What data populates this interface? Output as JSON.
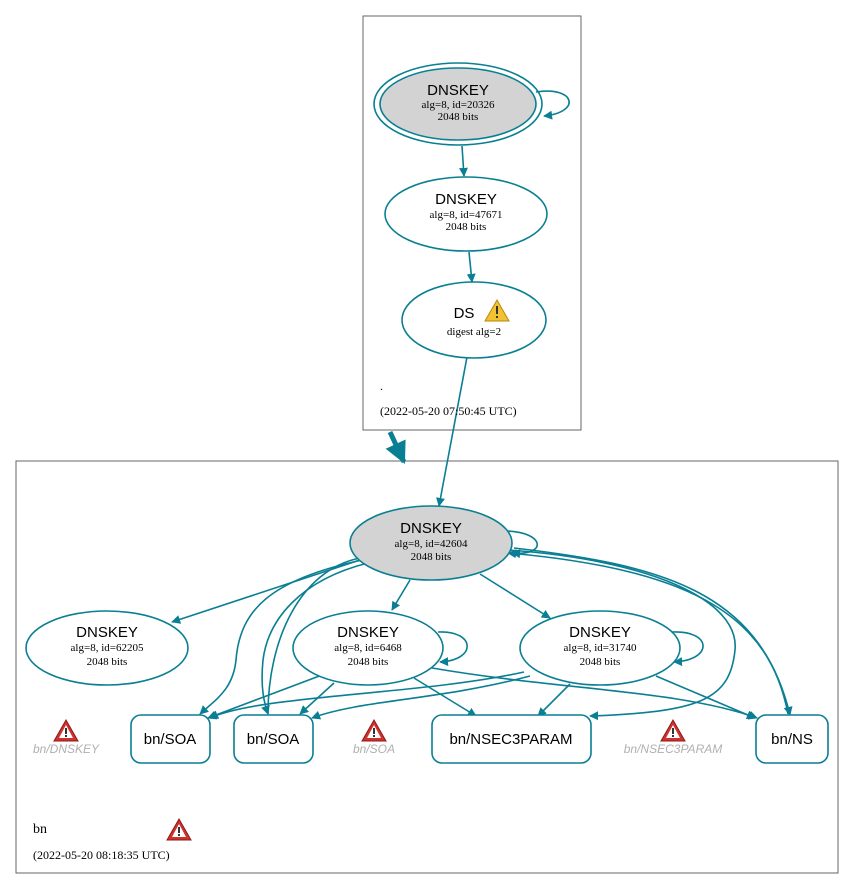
{
  "colors": {
    "edge": "#0a7f93",
    "node_fill_ksk": "#d3d3d3",
    "node_fill": "#ffffff",
    "warning_yellow": "#f1c232",
    "error_red": "#d0312d",
    "missing_text": "#b0b0b0",
    "border": "#666666"
  },
  "root_zone": {
    "name": ".",
    "timestamp": "(2022-05-20 07:50:45 UTC)",
    "dnskey_ksk": {
      "title": "DNSKEY",
      "line1": "alg=8, id=20326",
      "line2": "2048 bits"
    },
    "dnskey_zsk": {
      "title": "DNSKEY",
      "line1": "alg=8, id=47671",
      "line2": "2048 bits"
    },
    "ds": {
      "title": "DS",
      "line1": "digest alg=2",
      "icon": "warning-icon"
    }
  },
  "bn_zone": {
    "name": "bn",
    "timestamp": "(2022-05-20 08:18:35 UTC)",
    "zone_icon": "error-icon",
    "dnskey_ksk": {
      "title": "DNSKEY",
      "line1": "alg=8, id=42604",
      "line2": "2048 bits"
    },
    "dnskey_62205": {
      "title": "DNSKEY",
      "line1": "alg=8, id=62205",
      "line2": "2048 bits"
    },
    "dnskey_6468": {
      "title": "DNSKEY",
      "line1": "alg=8, id=6468",
      "line2": "2048 bits"
    },
    "dnskey_31740": {
      "title": "DNSKEY",
      "line1": "alg=8, id=31740",
      "line2": "2048 bits"
    },
    "rrsets": {
      "soa_a": "bn/SOA",
      "soa_b": "bn/SOA",
      "nsec3param": "bn/NSEC3PARAM",
      "ns": "bn/NS"
    },
    "missing": {
      "dnskey": "bn/DNSKEY",
      "soa": "bn/SOA",
      "nsec3param": "bn/NSEC3PARAM"
    }
  }
}
